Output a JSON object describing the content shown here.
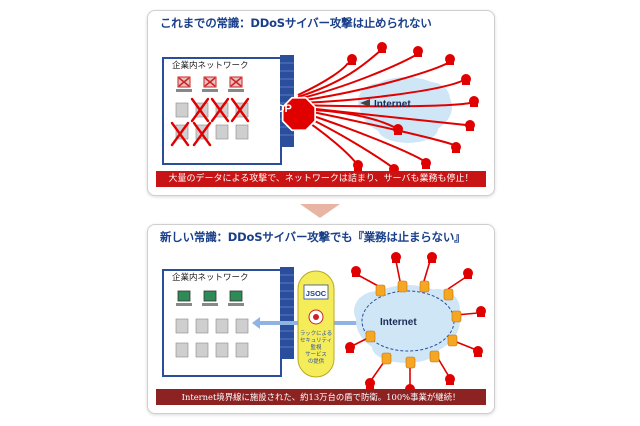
{
  "panel_old": {
    "title": "これまでの常識：DDoSサイバー攻撃は止められない",
    "network_label": "企業内ネットワーク",
    "stop_sign": "STOP",
    "internet_label": "Internet",
    "caption": "大量のデータによる攻撃で、ネットワークは詰まり、サーバも業務も停止！"
  },
  "panel_new": {
    "title": "新しい常識：DDoSサイバー攻撃でも『業務は止まらない』",
    "network_label": "企業内ネットワーク",
    "jsoc_logo": "JSOC",
    "service_text": [
      "ラックによる",
      "セキュリティ",
      "監視",
      "サービス",
      "の提供"
    ],
    "internet_label": "Internet",
    "caption": "Internet境界線に施設された、約13万台の盾で防衛。100%事業が継続！"
  },
  "colors": {
    "title_blue": "#1a3f8a",
    "attack_red": "#e00000",
    "caption_red": "#c81414",
    "caption_dark": "#8c2222",
    "firewall_blue": "#2a4e9c",
    "cloud_blue": "#cfe6f7",
    "jsoc_yellow": "#f5ec5a"
  },
  "icons": [
    "skull-icon",
    "server-icon",
    "monitor-icon",
    "stop-sign-icon",
    "firewall-icon",
    "shield-icon",
    "cloud-icon",
    "arrow-down-icon"
  ]
}
